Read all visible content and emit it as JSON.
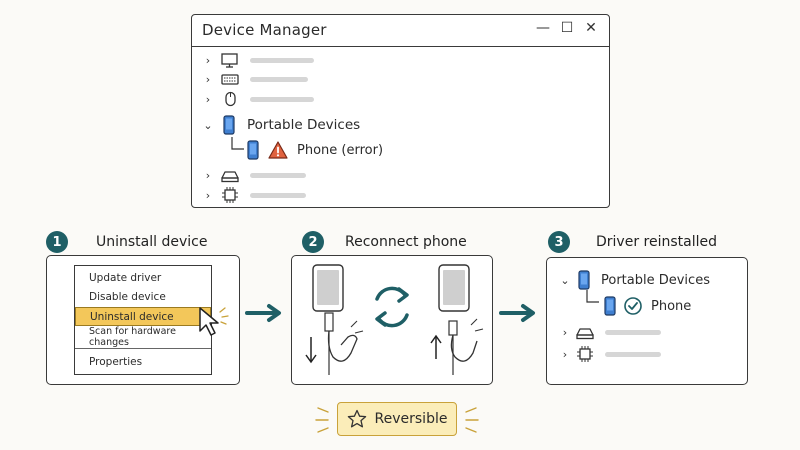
{
  "window": {
    "title": "Device Manager",
    "controls": {
      "minimize": "—",
      "maximize": "☐",
      "close": "✕"
    },
    "tree": {
      "category_label": "Portable Devices",
      "child_label": "Phone (error)"
    }
  },
  "steps": [
    {
      "number": "1",
      "title": "Uninstall device"
    },
    {
      "number": "2",
      "title": "Reconnect phone"
    },
    {
      "number": "3",
      "title": "Driver reinstalled"
    }
  ],
  "context_menu": {
    "items": [
      "Update driver",
      "Disable device",
      "Uninstall device",
      "Scan for hardware changes",
      "Properties"
    ],
    "selected_index": 2
  },
  "result_tree": {
    "category_label": "Portable Devices",
    "child_label": "Phone"
  },
  "badge": {
    "label": "Reversible"
  },
  "colors": {
    "accent": "#1f5f66",
    "highlight": "#f3c75a",
    "warning": "#e0623f",
    "device_blue": "#3f7fd0",
    "badge_fill": "#fbedb9",
    "badge_border": "#c9a23a"
  },
  "icons": [
    "monitor-icon",
    "keyboard-icon",
    "mouse-icon",
    "phone-icon",
    "warning-icon",
    "drive-icon",
    "chip-icon",
    "cursor-icon",
    "refresh-icon",
    "arrow-right-icon",
    "check-circle-icon",
    "star-icon"
  ]
}
